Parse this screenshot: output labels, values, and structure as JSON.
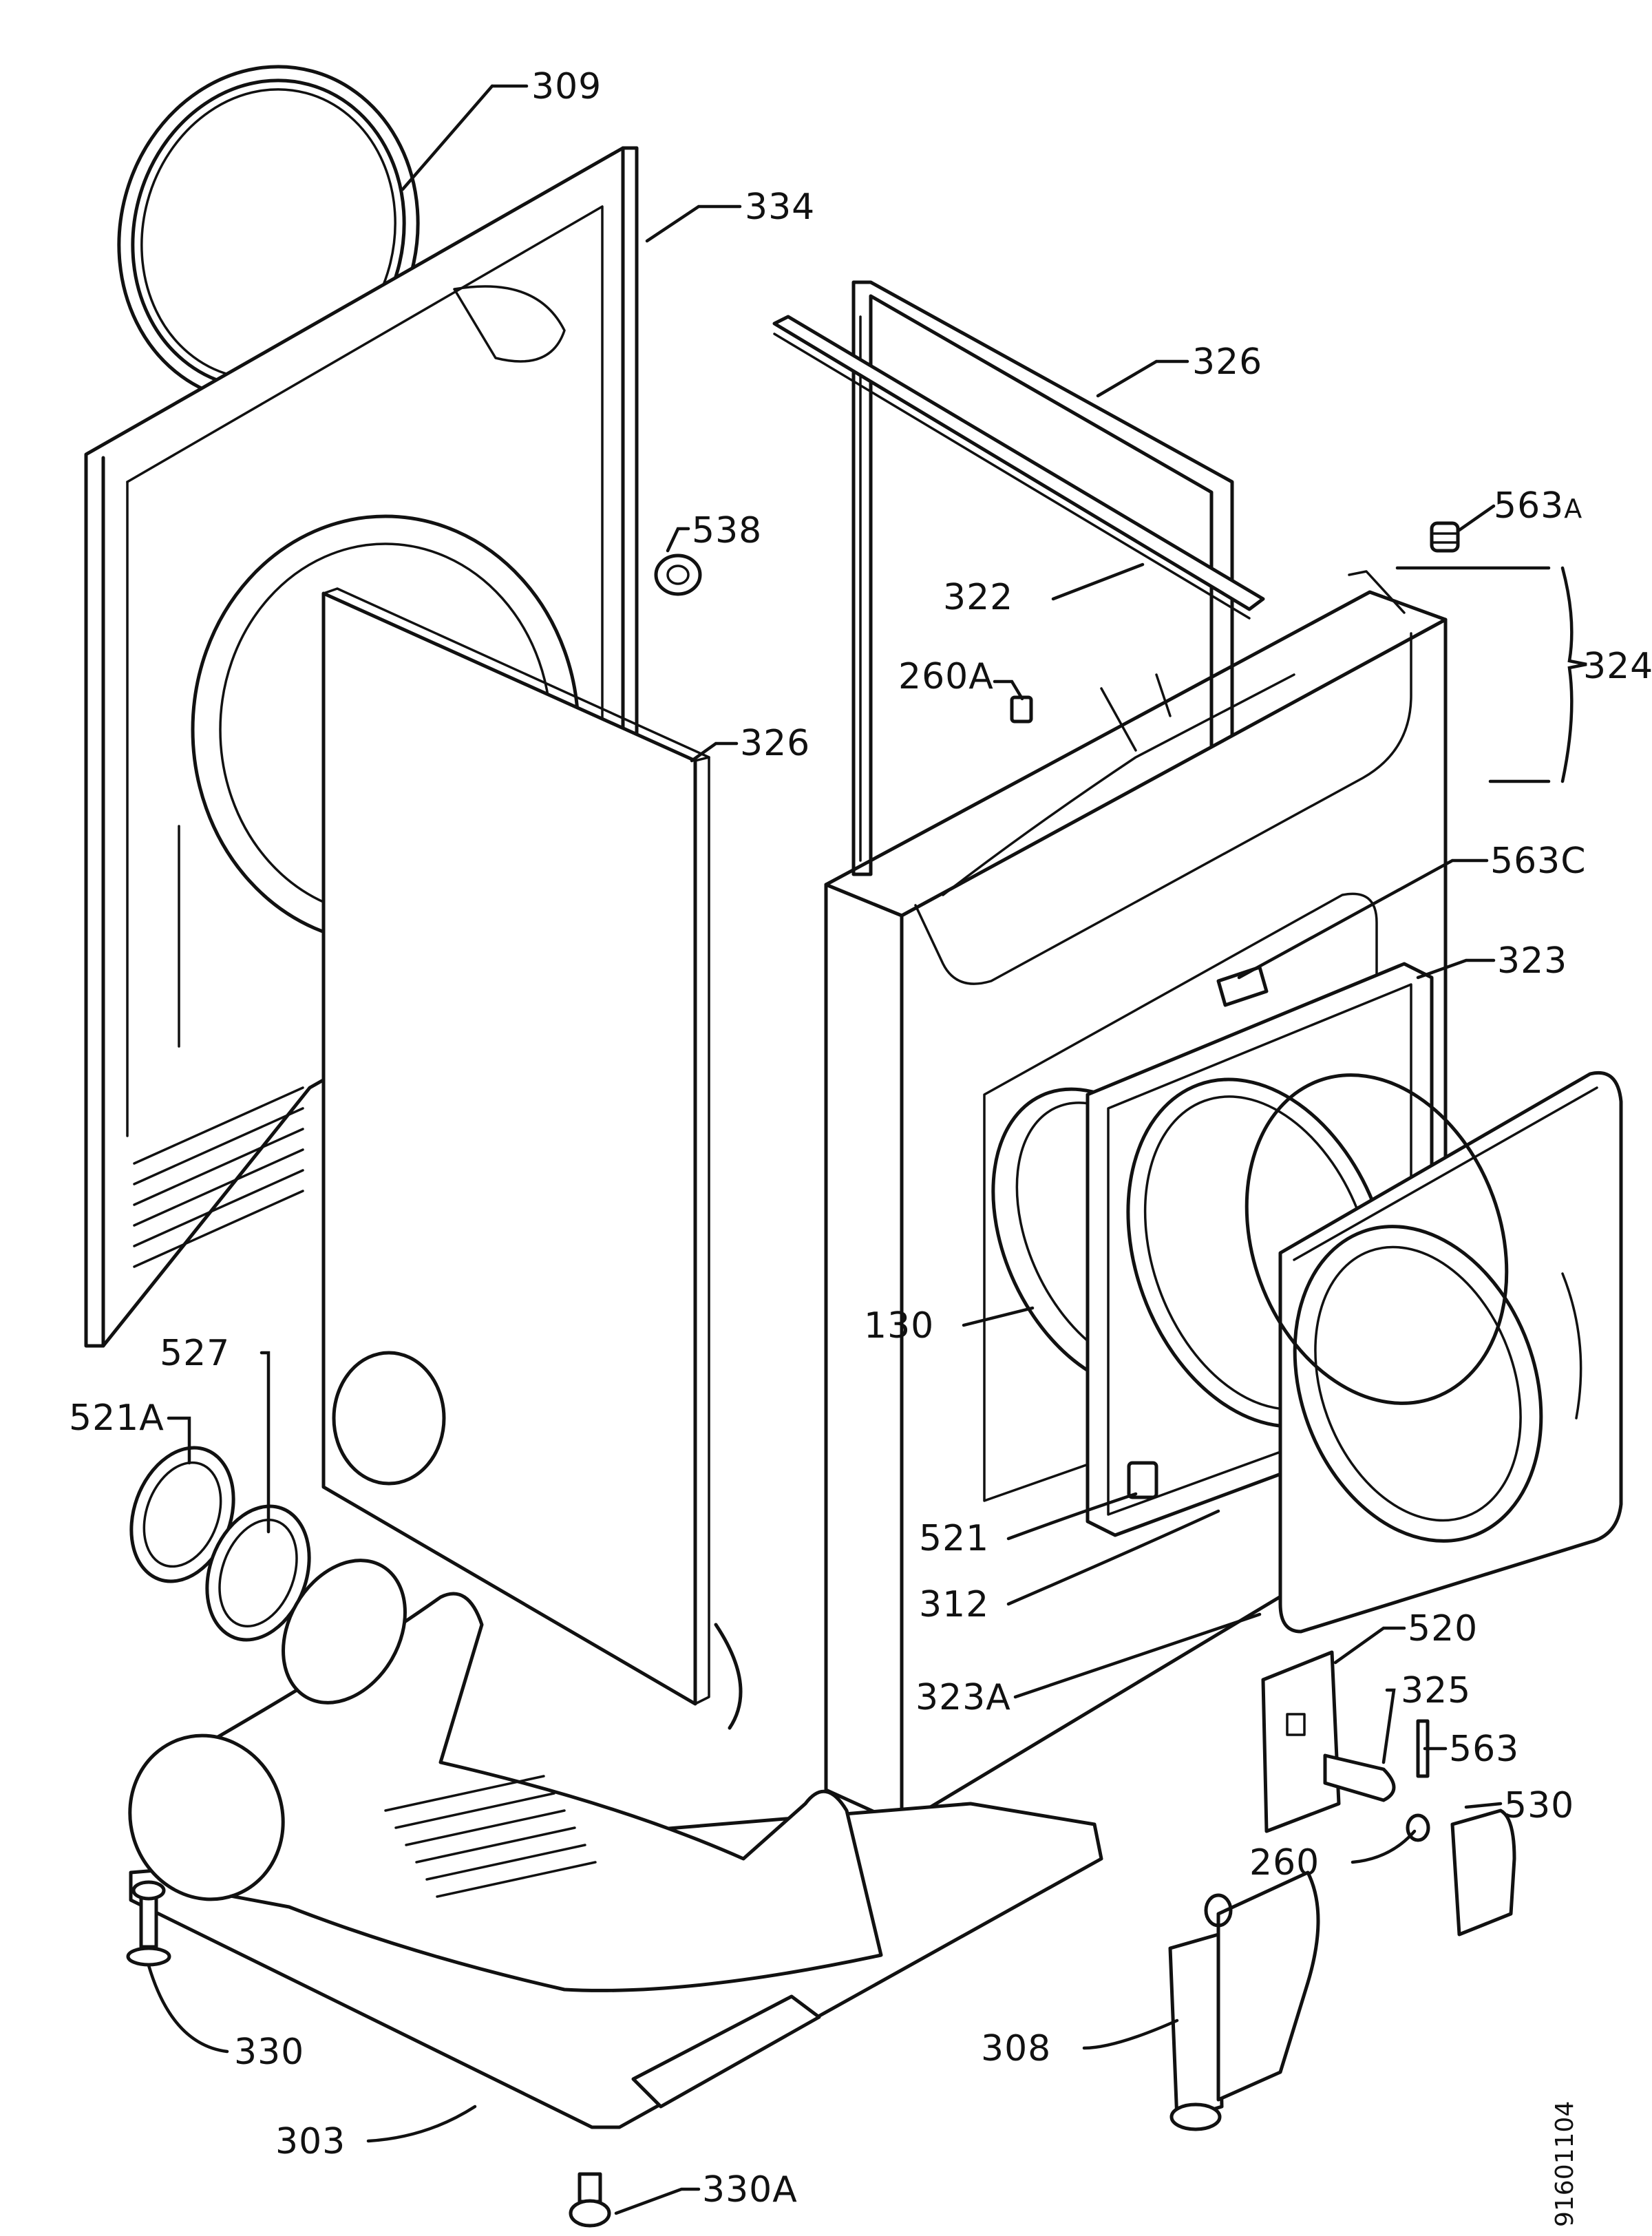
{
  "diagram": {
    "labels": {
      "p309": "309",
      "p334": "334",
      "p326_top": "326",
      "p538": "538",
      "p322": "322",
      "p563a": "563",
      "p563a_suffix": "A",
      "p324": "324",
      "p260a": "260A",
      "p326_mid": "326",
      "p563c": "563C",
      "p323": "323",
      "p527": "527",
      "p521a": "521A",
      "p130": "130",
      "p521": "521",
      "p312": "312",
      "p323a": "323A",
      "p520": "520",
      "p325": "325",
      "p563": "563",
      "p530": "530",
      "p260": "260",
      "p330": "330",
      "p308": "308",
      "p303": "303",
      "p330a": "330A"
    },
    "document_id": "91601104"
  }
}
